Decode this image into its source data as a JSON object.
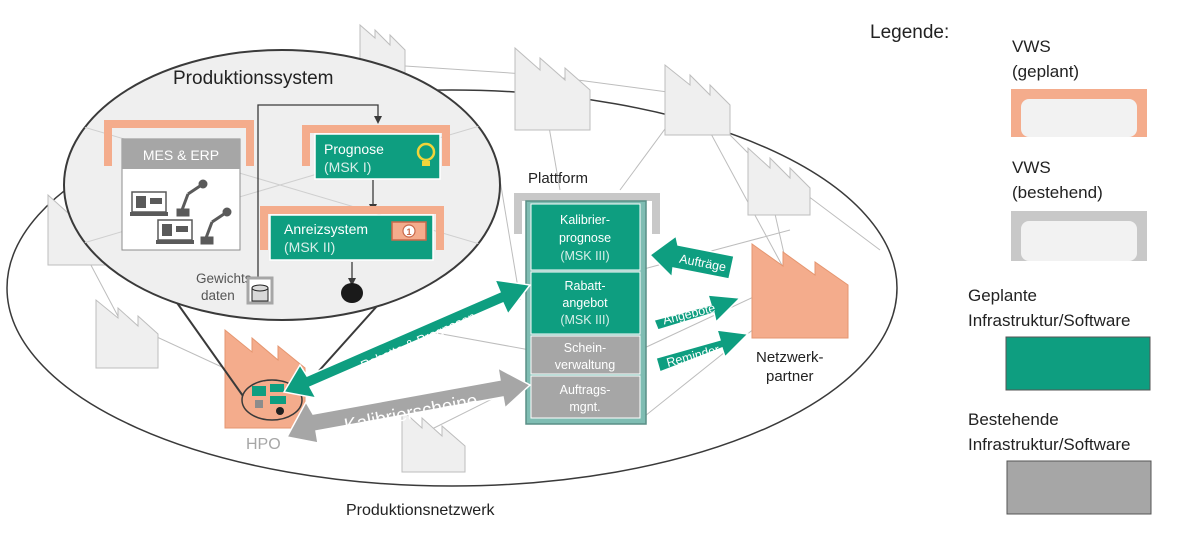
{
  "network": {
    "title": "Produktionsnetzwerk",
    "hpo_label": "HPO",
    "partner_label_1": "Netzwerk-",
    "partner_label_2": "partner"
  },
  "production_system": {
    "title": "Produktionssystem",
    "mes_erp": "MES & ERP",
    "prognose_1": "Prognose",
    "prognose_2": "(MSK I)",
    "anreiz_1": "Anreizsystem",
    "anreiz_2": "(MSK II)",
    "gewichtsdaten_1": "Gewichts-",
    "gewichtsdaten_2": "daten",
    "money_icon_text": "1"
  },
  "platform": {
    "title": "Plattform",
    "modules": [
      {
        "line1": "Kalibrier-",
        "line2": "prognose",
        "line3": "(MSK III)"
      },
      {
        "line1": "Rabatt-",
        "line2": "angebot",
        "line3": "(MSK III)"
      },
      {
        "line1": "Schein-",
        "line2": "verwaltung"
      },
      {
        "line1": "Auftrags-",
        "line2": "mgnt."
      }
    ]
  },
  "arrows": {
    "rabatte": "Rabatte & Prognosen",
    "kalibrierscheine": "Kalibrierscheine",
    "auftraege": "Aufträge",
    "angebote": "Angebote",
    "reminder": "Reminder"
  },
  "legend": {
    "title": "Legende:",
    "vws_planned_1": "VWS",
    "vws_planned_2": "(geplant)",
    "vws_existing_1": "VWS",
    "vws_existing_2": "(bestehend)",
    "planned_infra_1": "Geplante",
    "planned_infra_2": "Infrastruktur/Software",
    "existing_infra_1": "Bestehende",
    "existing_infra_2": "Infrastruktur/Software"
  },
  "colors": {
    "planned_green": "#0E9E80",
    "existing_gray": "#A6A6A6",
    "vws_orange": "#F4AC8C",
    "vws_gray": "#C8C8C8",
    "factory_gray": "#EFEFEF",
    "factory_orange": "#F4AC8C"
  }
}
